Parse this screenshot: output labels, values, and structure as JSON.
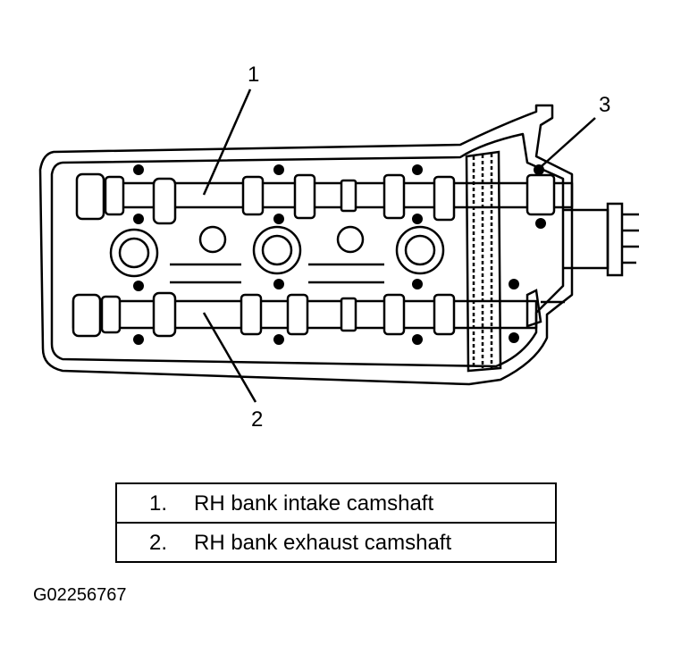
{
  "callouts": [
    {
      "label": "1"
    },
    {
      "label": "2"
    },
    {
      "label": "3"
    }
  ],
  "legend": [
    {
      "number": "1.",
      "text": "RH bank intake camshaft"
    },
    {
      "number": "2.",
      "text": "RH bank exhaust camshaft"
    }
  ],
  "figure_id": "G02256767"
}
